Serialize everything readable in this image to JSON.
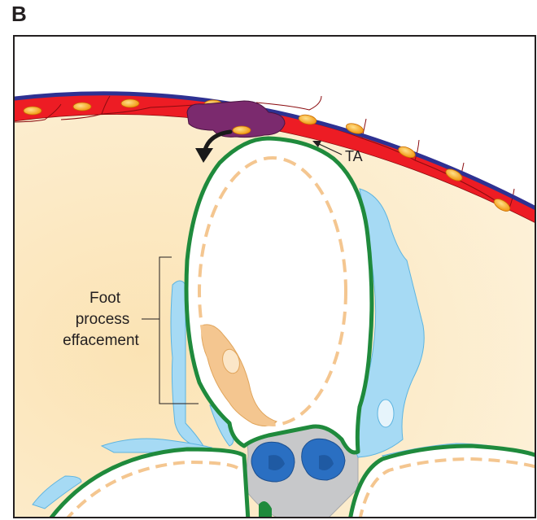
{
  "panel_letter": "B",
  "labels": {
    "ta": "TA",
    "foot_process_line1": "Foot",
    "foot_process_line2": "process",
    "foot_process_line3": "effacement"
  },
  "colors": {
    "background_cyst": "#fdebc8",
    "outer_membrane": "#2e3192",
    "lining_cells": "#ed1c24",
    "nucleus": "#f7a823",
    "tuft_membrane": "#1f8a3c",
    "podocyte": "#a6daf4",
    "mesangium": "#c7c8ca",
    "mesangial_nuclei": "#2a6fc2",
    "purple_cell": "#7b2a6e",
    "endothelium": "#f4c690",
    "lumen": "#ffffff",
    "arrow": "#1a1a1a"
  },
  "icons": {
    "curved_arrow": "curved-arrow-icon",
    "pointer_arrow": "pointer-arrow-icon"
  }
}
